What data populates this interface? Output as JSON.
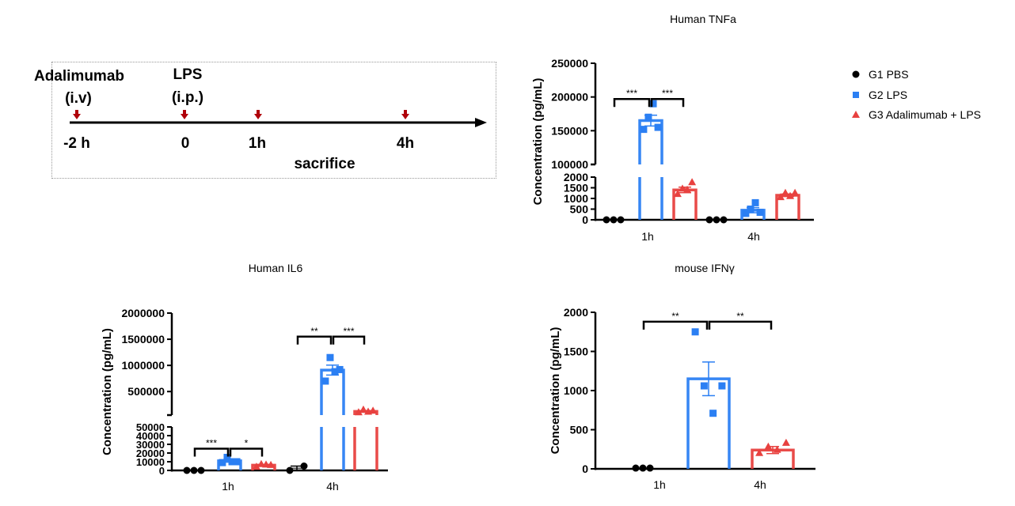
{
  "timeline": {
    "drug_label": "Adalimumab",
    "drug_route": "(i.v)",
    "lps_label": "LPS",
    "lps_route": "(i.p.)",
    "time_labels": [
      "-2 h",
      "0",
      "1h",
      "4h"
    ],
    "sacrifice_label": "sacrifice",
    "arrow_color": "#b0000a"
  },
  "legend": {
    "items": [
      {
        "label": "G1 PBS",
        "marker": "circle",
        "color": "#000000"
      },
      {
        "label": "G2 LPS",
        "marker": "square",
        "color": "#2b7ff3"
      },
      {
        "label": "G3 Adalimumab + LPS",
        "marker": "triangle",
        "color": "#e8413f"
      }
    ]
  },
  "chart_data": [
    {
      "id": "tnfa",
      "type": "bar",
      "title": "Human TNFa",
      "ylabel": "Concentration (pg/mL)",
      "xticklabels": [
        "1h",
        "4h"
      ],
      "y_segments": [
        {
          "range": [
            0,
            2000
          ],
          "ticks": [
            0,
            500,
            1000,
            1500,
            2000
          ]
        },
        {
          "range": [
            100000,
            250000
          ],
          "ticks": [
            100000,
            150000,
            200000,
            250000
          ]
        }
      ],
      "series": [
        {
          "name": "G1 PBS",
          "color": "#000000",
          "marker": "circle",
          "data": [
            {
              "mean": 0,
              "sem": 0,
              "points": [
                0,
                0,
                0
              ]
            },
            {
              "mean": 0,
              "sem": 0,
              "points": [
                0,
                0,
                0
              ]
            }
          ]
        },
        {
          "name": "G2 LPS",
          "color": "#2b7ff3",
          "marker": "square",
          "data": [
            {
              "mean": 165000,
              "sem": 8000,
              "points": [
                152000,
                170000,
                190000,
                155000
              ]
            },
            {
              "mean": 450,
              "sem": 120,
              "points": [
                300,
                500,
                800,
                350
              ]
            }
          ]
        },
        {
          "name": "G3 Adalimumab + LPS",
          "color": "#e8413f",
          "marker": "triangle",
          "data": [
            {
              "mean": 1400,
              "sem": 130,
              "points": [
                1200,
                1450,
                1400,
                1750
              ]
            },
            {
              "mean": 1150,
              "sem": 60,
              "points": [
                1050,
                1250,
                1100,
                1250
              ]
            }
          ]
        }
      ],
      "significance": [
        {
          "cluster": 0,
          "from": 0,
          "to": 1,
          "value": 197000,
          "label": "***"
        },
        {
          "cluster": 0,
          "from": 1,
          "to": 2,
          "value": 197000,
          "label": "***"
        }
      ]
    },
    {
      "id": "il6",
      "type": "bar",
      "title": "Human IL6",
      "ylabel": "Concentration (pg/mL)",
      "xticklabels": [
        "1h",
        "4h"
      ],
      "y_segments": [
        {
          "range": [
            0,
            50000
          ],
          "ticks": [
            0,
            10000,
            20000,
            30000,
            40000,
            50000
          ]
        },
        {
          "range": [
            50000,
            2000000
          ],
          "ticks": [
            500000,
            1000000,
            1500000,
            2000000
          ]
        }
      ],
      "series": [
        {
          "name": "G1 PBS",
          "color": "#000000",
          "marker": "circle",
          "data": [
            {
              "mean": 0,
              "sem": 0,
              "points": [
                0,
                0,
                0
              ]
            },
            {
              "mean": 2500,
              "sem": 2500,
              "points": [
                0,
                5000
              ]
            }
          ]
        },
        {
          "name": "G2 LPS",
          "color": "#2b7ff3",
          "marker": "square",
          "data": [
            {
              "mean": 11000,
              "sem": 1500,
              "points": [
                9000,
                15000,
                10000,
                10000
              ]
            },
            {
              "mean": 910000,
              "sem": 95000,
              "points": [
                700000,
                1150000,
                880000,
                920000
              ]
            }
          ]
        },
        {
          "name": "G3 Adalimumab + LPS",
          "color": "#e8413f",
          "marker": "triangle",
          "data": [
            {
              "mean": 6000,
              "sem": 800,
              "points": [
                4000,
                7000,
                6500,
                6000
              ]
            },
            {
              "mean": 120000,
              "sem": 15000,
              "points": [
                100000,
                150000,
                110000,
                130000
              ]
            }
          ]
        }
      ],
      "significance": [
        {
          "cluster": 0,
          "from": 0,
          "to": 1,
          "value": 25000,
          "label": "***"
        },
        {
          "cluster": 0,
          "from": 1,
          "to": 2,
          "value": 25000,
          "label": "*"
        },
        {
          "cluster": 1,
          "from": 0,
          "to": 1,
          "value": 1550000,
          "label": "**"
        },
        {
          "cluster": 1,
          "from": 1,
          "to": 2,
          "value": 1550000,
          "label": "***"
        }
      ]
    },
    {
      "id": "ifng",
      "type": "bar",
      "title": "mouse IFNγ",
      "ylabel": "Concentration (pg/mL)",
      "xticklabels": [
        "1h",
        "4h"
      ],
      "y_segments": [
        {
          "range": [
            0,
            2000
          ],
          "ticks": [
            0,
            500,
            1000,
            1500,
            2000
          ]
        }
      ],
      "series": [
        {
          "name": "G1 PBS",
          "color": "#000000",
          "marker": "circle",
          "data": [
            {
              "mean": 10,
              "sem": 0,
              "points": [
                10,
                10,
                10
              ]
            }
          ]
        },
        {
          "name": "G2 LPS",
          "color": "#2b7ff3",
          "marker": "square",
          "data": [
            {
              "mean": 1150,
              "sem": 215,
              "points": [
                1750,
                1060,
                710,
                1060
              ]
            }
          ]
        },
        {
          "name": "G3 Adalimumab + LPS",
          "color": "#e8413f",
          "marker": "triangle",
          "data": [
            {
              "mean": 240,
              "sem": 45,
              "points": [
                200,
                280,
                240,
                330
              ]
            }
          ]
        }
      ],
      "significance": [
        {
          "cluster": 0,
          "from": 0,
          "to": 1,
          "value": 1880,
          "label": "**"
        },
        {
          "cluster": 0,
          "from": 1,
          "to": 2,
          "value": 1880,
          "label": "**"
        }
      ]
    }
  ]
}
